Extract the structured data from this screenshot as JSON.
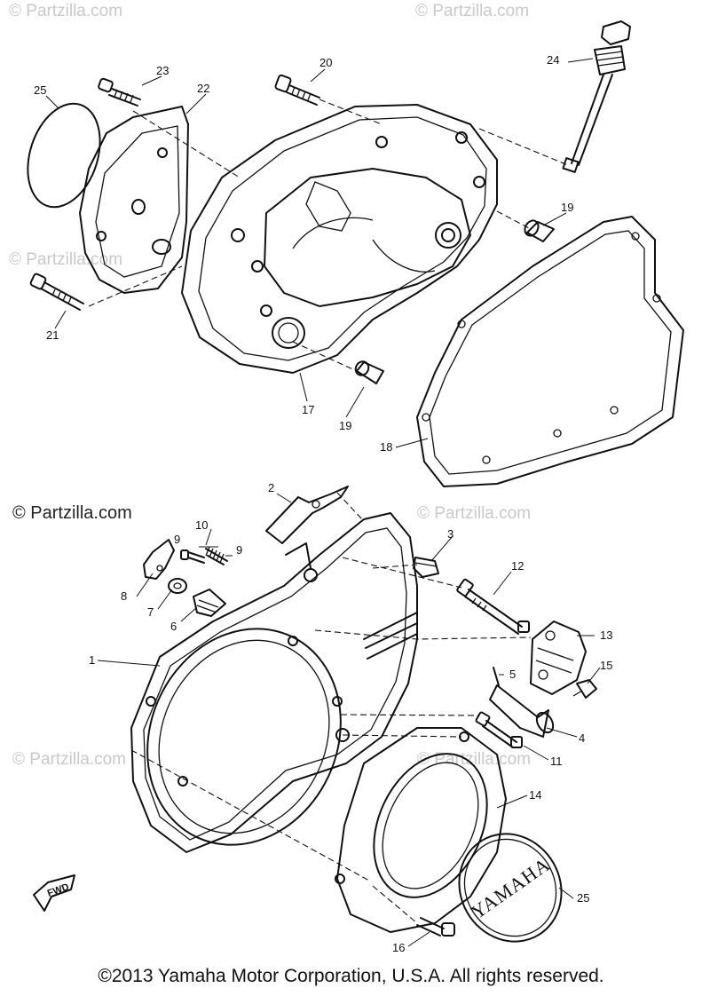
{
  "watermark": {
    "faint": "© Partzilla.com",
    "primary": "© Partzilla.com"
  },
  "badge": {
    "fwd": "FWD"
  },
  "cover_logo": "YAMAHA",
  "footer": "©2013  Yamaha Motor Corporation, U.S.A. All rights reserved.",
  "callouts": {
    "c1": "1",
    "c2": "2",
    "c3": "3",
    "c4": "4",
    "c5": "5",
    "c6": "6",
    "c7": "7",
    "c8": "8",
    "c9a": "9",
    "c9b": "9",
    "c10": "10",
    "c11": "11",
    "c12": "12",
    "c13": "13",
    "c14": "14",
    "c15": "15",
    "c16": "16",
    "c17": "17",
    "c18": "18",
    "c19a": "19",
    "c19b": "19",
    "c20": "20",
    "c21": "21",
    "c22": "22",
    "c23": "23",
    "c24": "24",
    "c25a": "25",
    "c25b": "25"
  }
}
